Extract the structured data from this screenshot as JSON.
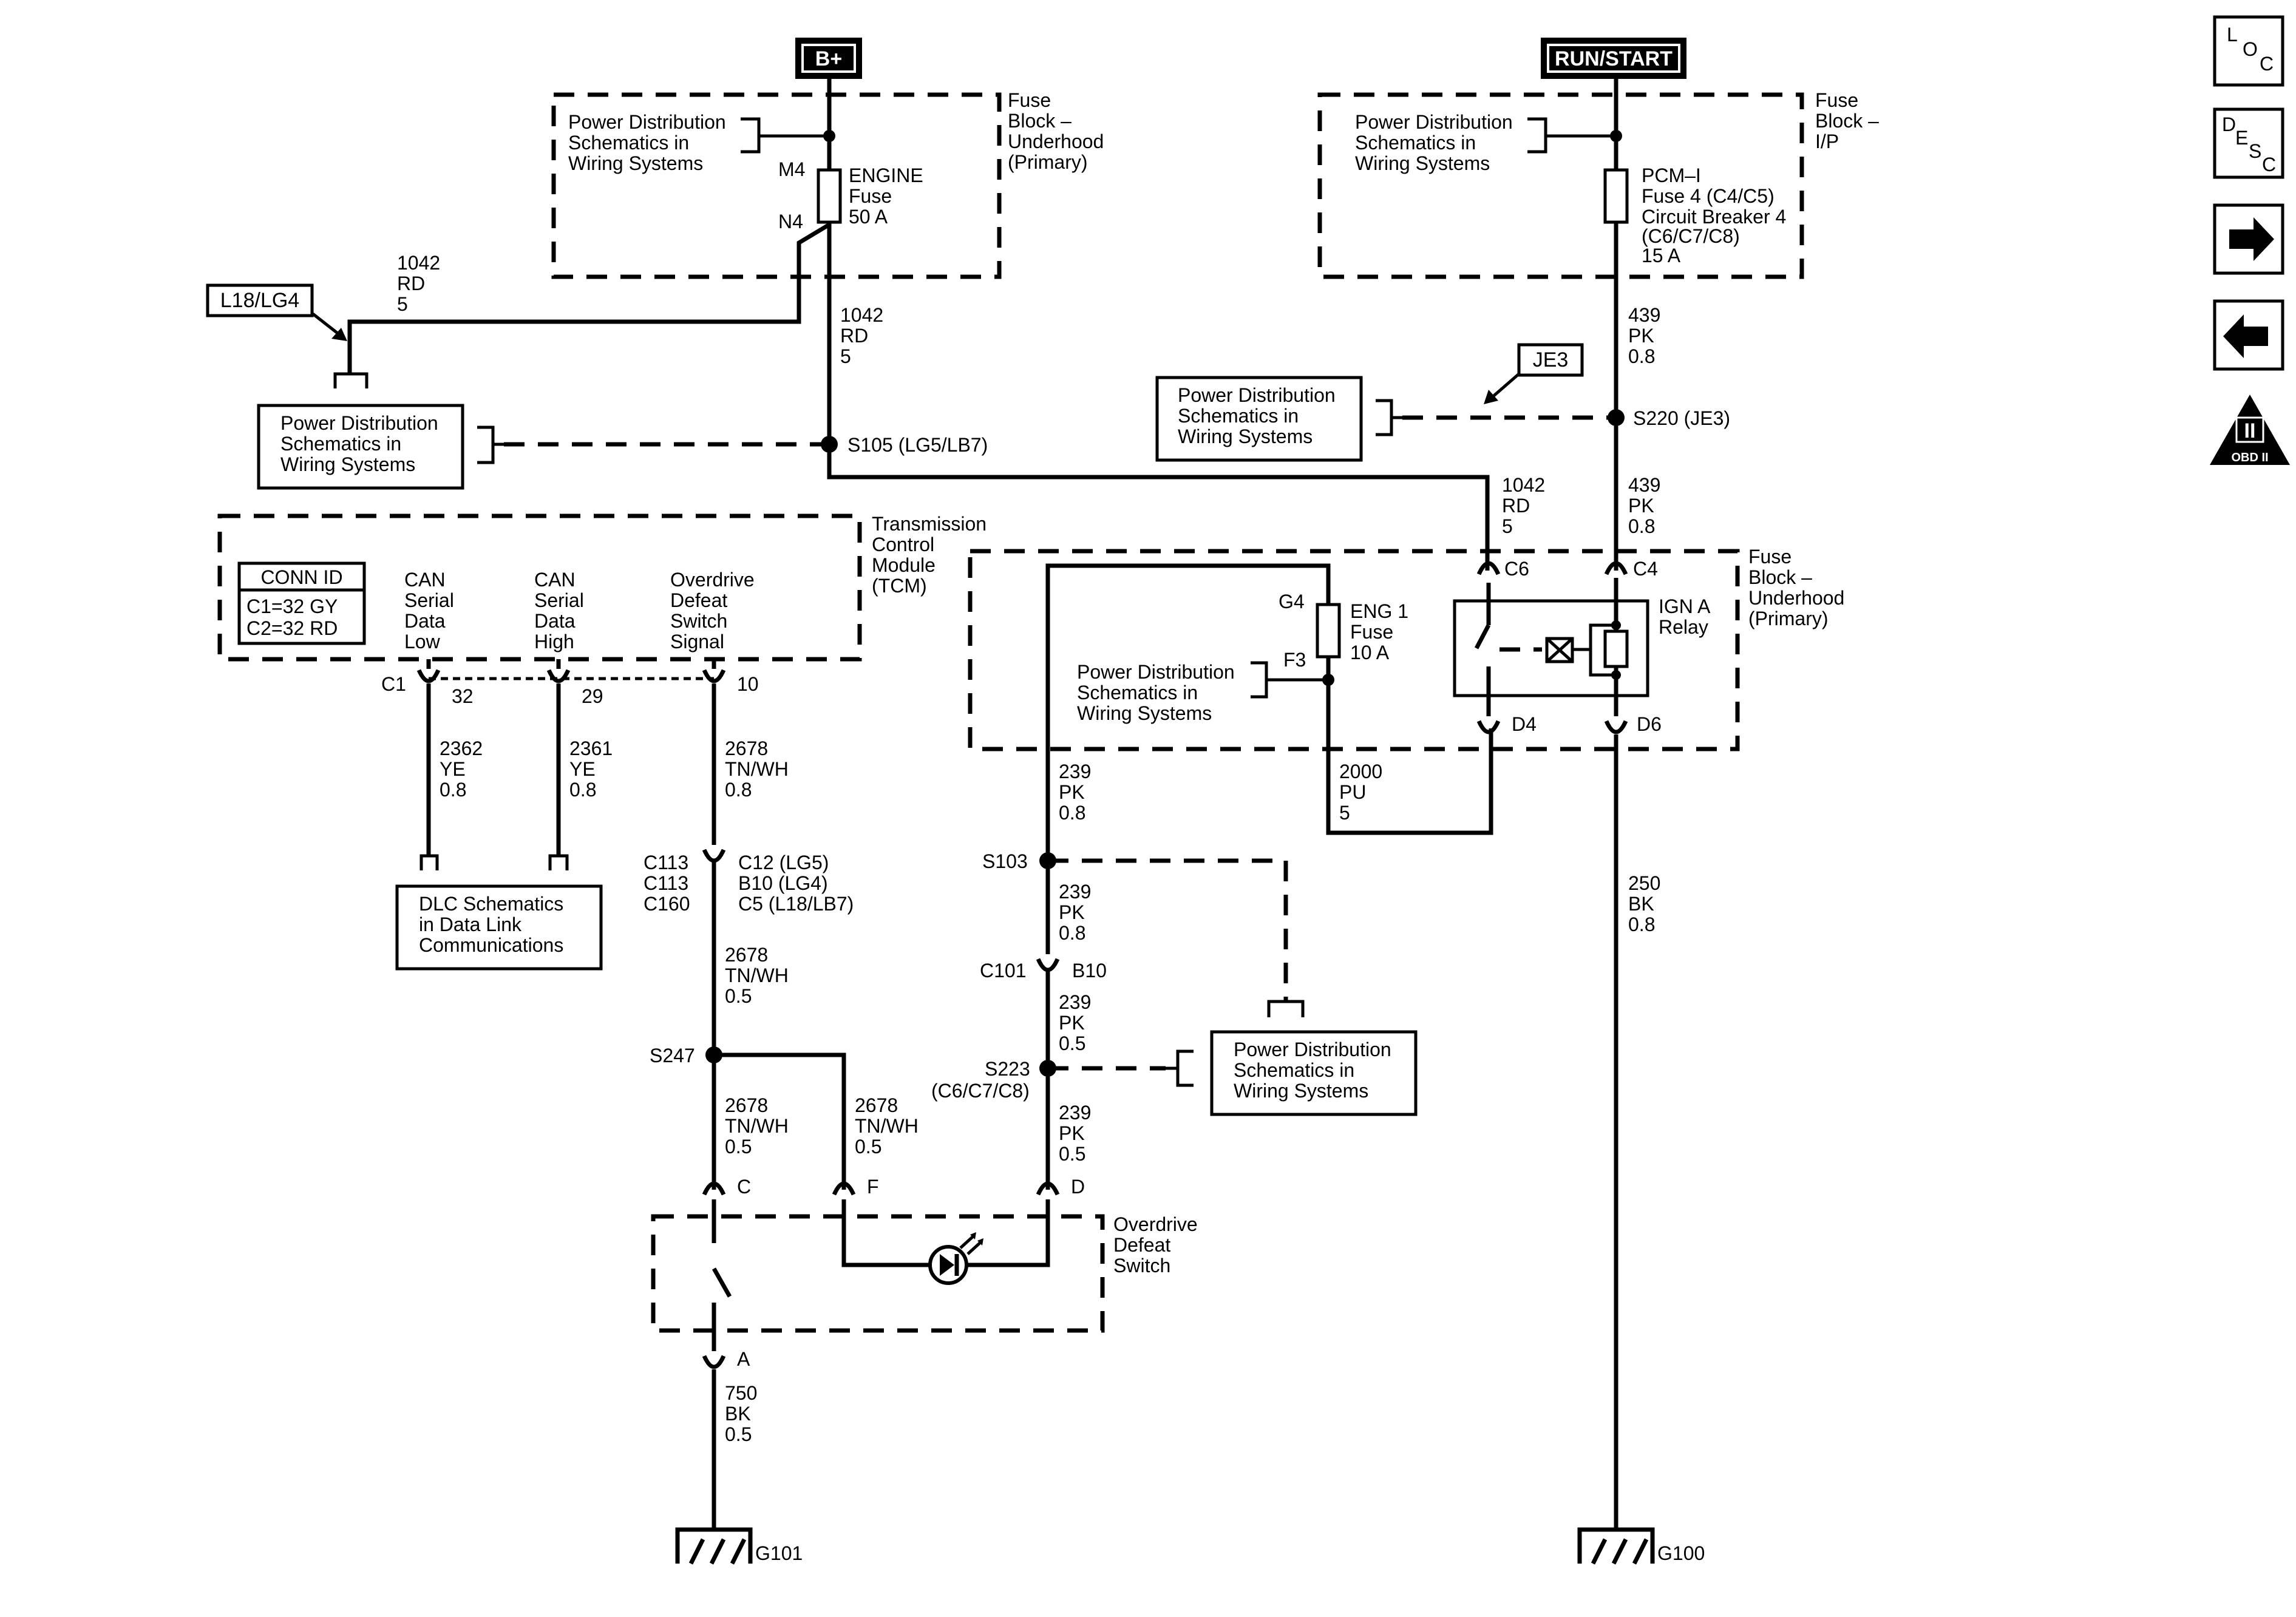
{
  "power": {
    "bplus": "B+",
    "run_start": "RUN/START"
  },
  "nav": {
    "loc_l": "L",
    "loc_o": "O",
    "loc_c": "C",
    "desc_d": "D",
    "desc_e": "E",
    "desc_s": "S",
    "desc_c": "C",
    "obd_ii": "II",
    "obd_label": "OBD II"
  },
  "fuse_block_underhood": {
    "l1": "Fuse",
    "l2": "Block –",
    "l3": "Underhood",
    "l4": "(Primary)"
  },
  "fuse_block_ip": {
    "l1": "Fuse",
    "l2": "Block –",
    "l3": "I/P"
  },
  "fuse_block_underhood2": {
    "l1": "Fuse",
    "l2": "Block –",
    "l3": "Underhood",
    "l4": "(Primary)"
  },
  "pd_ref": {
    "l1": "Power Distribution",
    "l2": "Schematics in",
    "l3": "Wiring Systems"
  },
  "engine_fuse": {
    "m4": "M4",
    "n4": "N4",
    "l1": "ENGINE",
    "l2": "Fuse",
    "l3": "50 A"
  },
  "pcm_fuse": {
    "l1": "PCM–I",
    "l2": "Fuse 4 (C4/C5)",
    "l3": "Circuit Breaker 4",
    "l4": "(C6/C7/C8)",
    "l5": "15 A"
  },
  "option_l18": "L18/LG4",
  "option_je3": "JE3",
  "wire_1042": {
    "circuit": "1042",
    "color": "RD",
    "gauge": "5"
  },
  "wire_439": {
    "circuit": "439",
    "color": "PK",
    "gauge": "0.8"
  },
  "splices": {
    "s105": "S105 (LG5/LB7)",
    "s220": "S220 (JE3)",
    "s103": "S103",
    "s223": "S223",
    "s223b": "(C6/C7/C8)",
    "s247": "S247"
  },
  "tcm": {
    "l1": "Transmission",
    "l2": "Control",
    "l3": "Module",
    "l4": "(TCM)"
  },
  "conn_id": {
    "title": "CONN ID",
    "r1": "C1=32 GY",
    "r2": "C2=32 RD"
  },
  "tcm_pins": {
    "can_low": [
      "CAN",
      "Serial",
      "Data",
      "Low"
    ],
    "can_high": [
      "CAN",
      "Serial",
      "Data",
      "High"
    ],
    "od": [
      "Overdrive",
      "Defeat",
      "Switch",
      "Signal"
    ],
    "c1": "C1",
    "p32": "32",
    "p29": "29",
    "p10": "10"
  },
  "wire_2362": {
    "circuit": "2362",
    "color": "YE",
    "gauge": "0.8"
  },
  "wire_2361": {
    "circuit": "2361",
    "color": "YE",
    "gauge": "0.8"
  },
  "wire_2678a": {
    "circuit": "2678",
    "color": "TN/WH",
    "gauge": "0.8"
  },
  "wire_2678b": {
    "circuit": "2678",
    "color": "TN/WH",
    "gauge": "0.5"
  },
  "dlc": {
    "l1": "DLC Schematics",
    "l2": "in Data Link",
    "l3": "Communications"
  },
  "inline_conn": {
    "l1": "C113",
    "l2": "C113",
    "l3": "C160",
    "r1": "C12 (LG5)",
    "r2": "B10 (LG4)",
    "r3": "C5   (L18/LB7)"
  },
  "eng1_fuse": {
    "g4": "G4",
    "f3": "F3",
    "l1": "ENG 1",
    "l2": "Fuse",
    "l3": "10 A"
  },
  "relay": {
    "c6": "C6",
    "c4": "C4",
    "d4": "D4",
    "d6": "D6",
    "l1": "IGN A",
    "l2": "Relay"
  },
  "wire_239a": {
    "circuit": "239",
    "color": "PK",
    "gauge": "0.8"
  },
  "wire_239b": {
    "circuit": "239",
    "color": "PK",
    "gauge": "0.5"
  },
  "wire_2000": {
    "circuit": "2000",
    "color": "PU",
    "gauge": "5"
  },
  "wire_250": {
    "circuit": "250",
    "color": "BK",
    "gauge": "0.8"
  },
  "c101": {
    "left": "C101",
    "right": "B10"
  },
  "switch_pins": {
    "c": "C",
    "f": "F",
    "d": "D",
    "a": "A"
  },
  "od_switch": {
    "l1": "Overdrive",
    "l2": "Defeat",
    "l3": "Switch"
  },
  "wire_750": {
    "circuit": "750",
    "color": "BK",
    "gauge": "0.5"
  },
  "grounds": {
    "g101": "G101",
    "g100": "G100"
  }
}
